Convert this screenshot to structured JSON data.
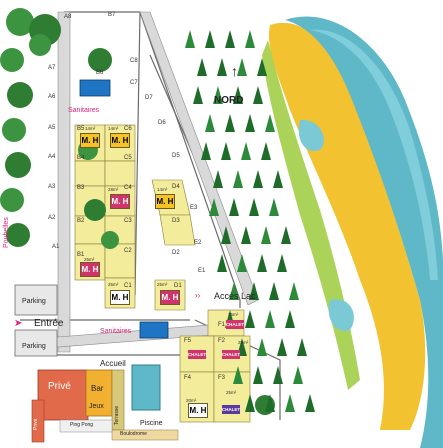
{
  "labels": {
    "nord": "NORD",
    "sanitaires_top": "Sanitaires",
    "sanitaires_bottom": "Sanitaires",
    "poubelles": "Poubelles",
    "parking_top": "Parking",
    "parking_bottom": "Parking",
    "entree": "Entrée",
    "acces_lac": "Accès Lac",
    "accueil": "Accueil",
    "prive_big": "Privé",
    "prive_side": "Privé",
    "bar": "Bar",
    "jeux": "Jeux",
    "ping_pong": "Ping Pong",
    "terrasse": "Terrasse",
    "piscine": "Piscine",
    "boulodrome": "Boulodrome"
  },
  "sites": {
    "a": [
      "A8",
      "A7",
      "A6",
      "A5",
      "A4",
      "A3",
      "A2",
      "A1"
    ],
    "b": [
      "B7",
      "B6",
      "B5",
      "B4",
      "B3",
      "B2",
      "B1"
    ],
    "c": [
      "C8",
      "C7",
      "C6",
      "C5",
      "C4",
      "C3",
      "C2",
      "C1"
    ],
    "d": [
      "D7",
      "D6",
      "D5",
      "D4",
      "D3",
      "D2",
      "D1"
    ],
    "e": [
      "E3",
      "E2",
      "E1"
    ],
    "f": [
      "F1",
      "F2",
      "F3",
      "F4",
      "F5"
    ]
  },
  "mobile_homes": {
    "label": "M. H",
    "areas": [
      "14m²",
      "14m²",
      "28m²",
      "14m²",
      "25m²",
      "25m²",
      "25m²",
      "20m²"
    ]
  },
  "chalets": {
    "label": "CHALET",
    "areas": [
      "25m²",
      "25m²",
      "25m²"
    ]
  },
  "colors": {
    "lake": "#5fb8c8",
    "shore_sand": "#f2c230",
    "mh_yellow": "#f5c424",
    "mh_pink": "#d0346a",
    "site_fill": "#f3ec9a",
    "tree_green": "#2f7d32",
    "road": "#6b6b6b",
    "accent_pink": "#e0247a"
  }
}
